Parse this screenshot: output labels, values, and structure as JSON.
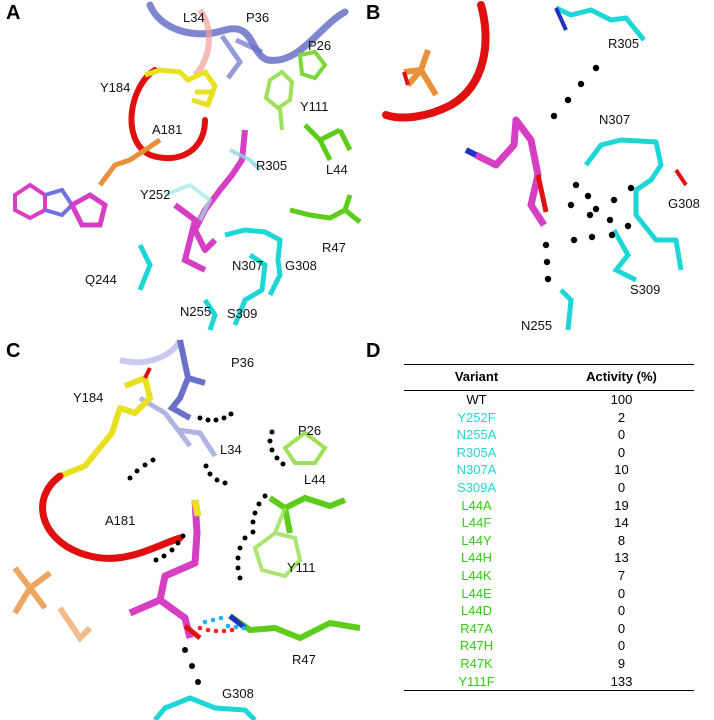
{
  "panels": {
    "A": {
      "letter": "A",
      "residues": [
        "L34",
        "P36",
        "P26",
        "Y184",
        "Y111",
        "A181",
        "R305",
        "L44",
        "Y252",
        "R47",
        "Q244",
        "N307",
        "G308",
        "S309",
        "N255"
      ]
    },
    "B": {
      "letter": "B",
      "residues": [
        "R305",
        "N307",
        "G308",
        "S309",
        "N255"
      ]
    },
    "C": {
      "letter": "C",
      "residues": [
        "P36",
        "Y184",
        "P26",
        "L34",
        "L44",
        "A181",
        "Y111",
        "R47",
        "G308"
      ]
    },
    "D": {
      "letter": "D",
      "table": {
        "headers": [
          "Variant",
          "Activity (%)"
        ],
        "rows": [
          {
            "variant": "WT",
            "activity": "100",
            "color": "#000000"
          },
          {
            "variant": "Y252F",
            "activity": "2",
            "color": "#1fd6d6"
          },
          {
            "variant": "N255A",
            "activity": "0",
            "color": "#1fd6d6"
          },
          {
            "variant": "R305A",
            "activity": "0",
            "color": "#1fd6d6"
          },
          {
            "variant": "N307A",
            "activity": "10",
            "color": "#1fd6d6"
          },
          {
            "variant": "S309A",
            "activity": "0",
            "color": "#1fd6d6"
          },
          {
            "variant": "L44A",
            "activity": "19",
            "color": "#33cc11"
          },
          {
            "variant": "L44F",
            "activity": "14",
            "color": "#33cc11"
          },
          {
            "variant": "L44Y",
            "activity": "8",
            "color": "#33cc11"
          },
          {
            "variant": "L44H",
            "activity": "13",
            "color": "#33cc11"
          },
          {
            "variant": "L44K",
            "activity": "7",
            "color": "#33cc11"
          },
          {
            "variant": "L44E",
            "activity": "0",
            "color": "#33cc11"
          },
          {
            "variant": "L44D",
            "activity": "0",
            "color": "#33cc11"
          },
          {
            "variant": "R47A",
            "activity": "0",
            "color": "#33cc11"
          },
          {
            "variant": "R47H",
            "activity": "0",
            "color": "#33cc11"
          },
          {
            "variant": "R47K",
            "activity": "9",
            "color": "#33cc11"
          },
          {
            "variant": "Y111F",
            "activity": "133",
            "color": "#33cc11"
          }
        ]
      }
    }
  },
  "colors": {
    "cyan": "#1fd6d6",
    "green": "#33cc11",
    "magenta": "#d63fc4",
    "yellow": "#e8e020",
    "red": "#e01010",
    "slate": "#6a70c8",
    "orange": "#e8903a"
  }
}
